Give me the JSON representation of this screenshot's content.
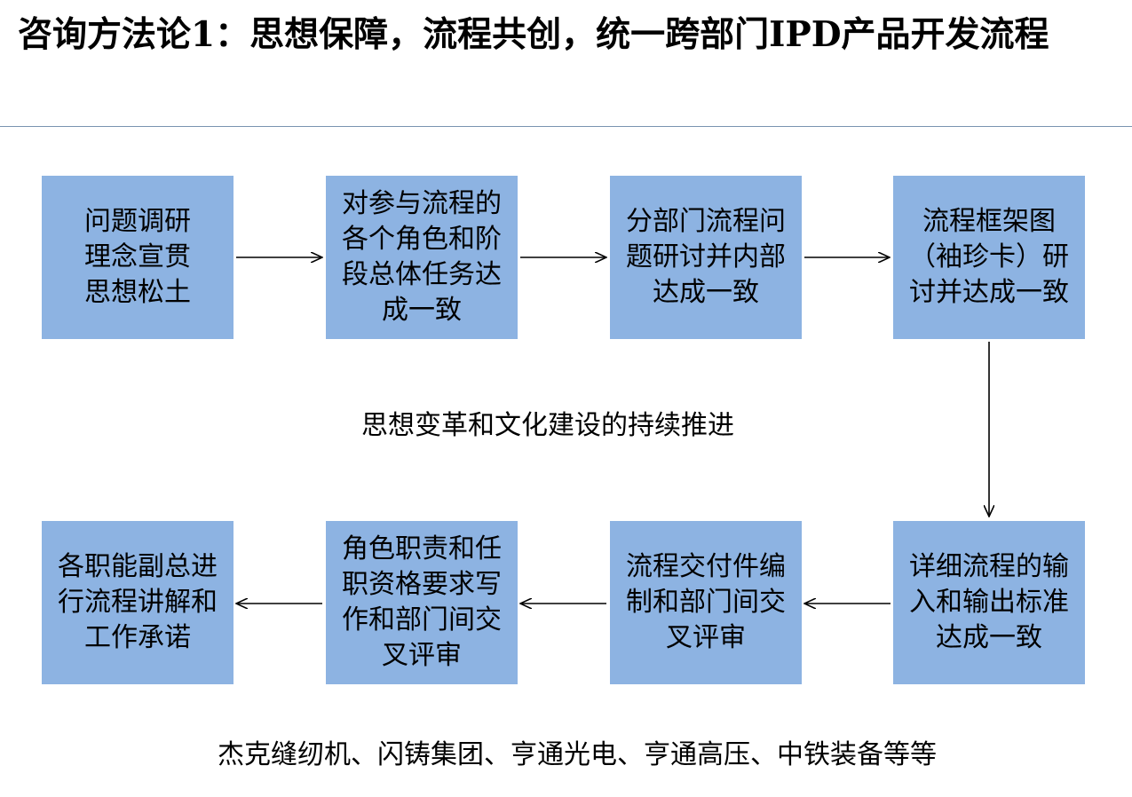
{
  "title": "咨询方法论1：思想保障，流程共创，统一跨部门IPD产品开发流程",
  "colors": {
    "box_fill": "#8db3e2",
    "arrow": "#000000",
    "rule": "#7a93b0"
  },
  "row1": [
    {
      "text": "问题调研理念宣贯思想松土"
    },
    {
      "text": "对参与流程的各个角色和阶段总体任务达成一致"
    },
    {
      "text": "分部门流程问题研讨并内部达成一致"
    },
    {
      "text": "流程框架图（袖珍卡）研讨并达成一致"
    }
  ],
  "row2": [
    {
      "text": "各职能副总进行流程讲解和工作承诺"
    },
    {
      "text": "角色职责和任职资格要求写作和部门间交叉评审"
    },
    {
      "text": "流程交付件编制和部门间交叉评审"
    },
    {
      "text": "详细流程的输入和输出标准达成一致"
    }
  ],
  "center_text": "思想变革和文化建设的持续推进",
  "footer": "杰克缝纫机、闪铸集团、亨通光电、亨通高压、中铁装备等等"
}
